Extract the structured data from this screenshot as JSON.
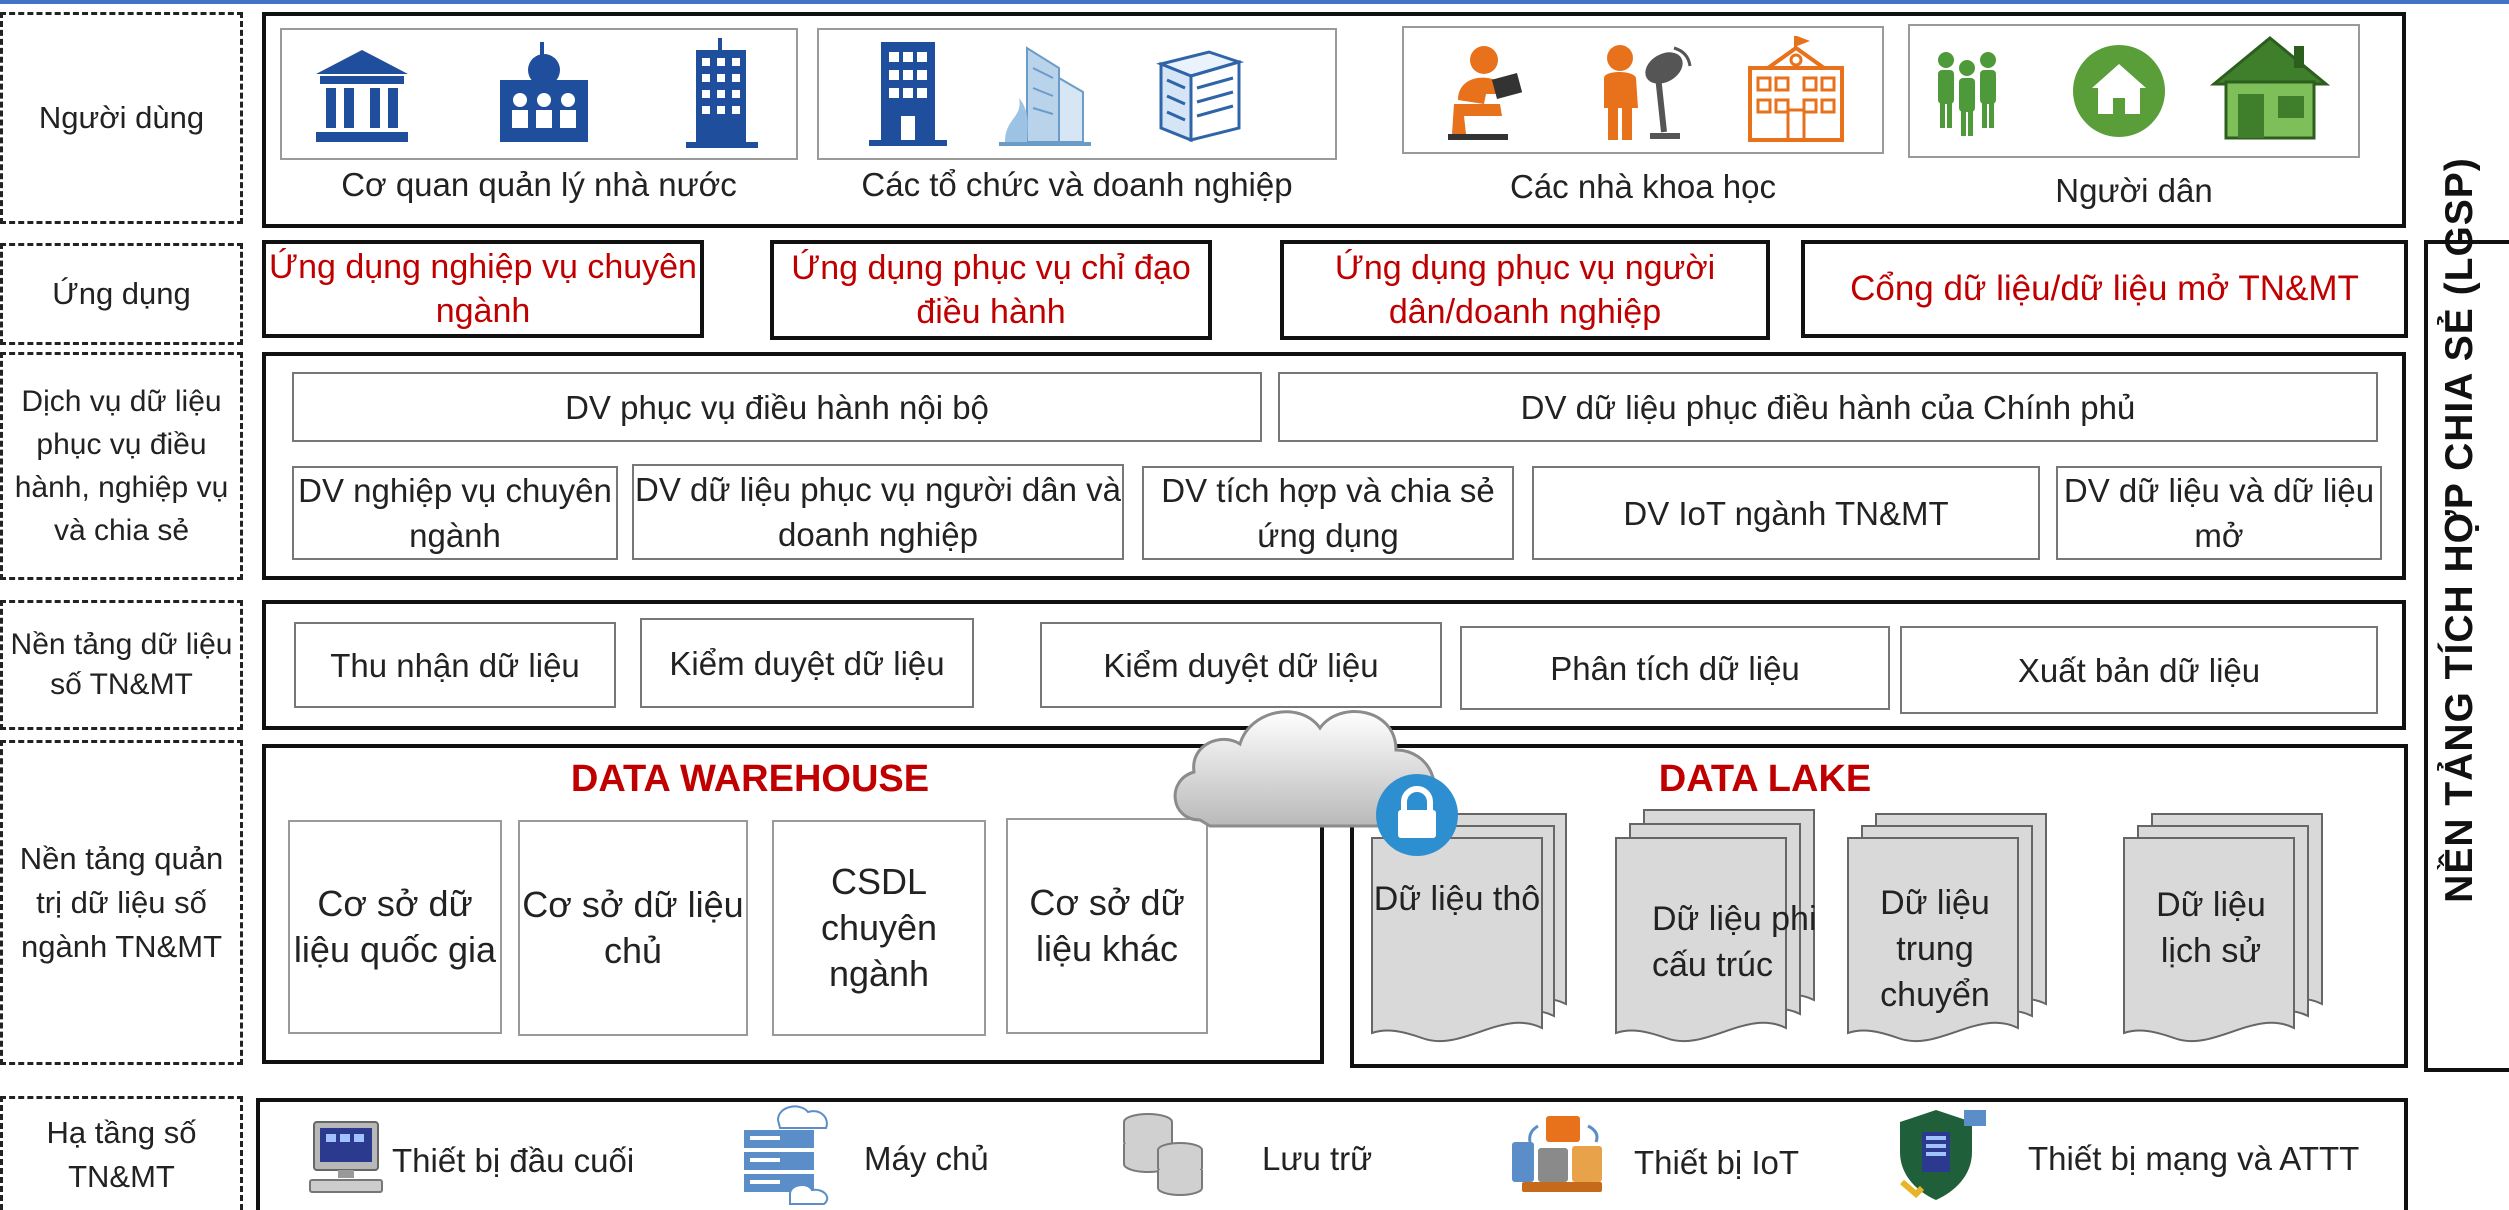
{
  "layers": {
    "users": "Người dùng",
    "apps": "Ứng dụng",
    "services": "Dịch vụ dữ liệu phục vụ điều hành, nghiệp vụ và chia sẻ",
    "data_platform": "Nền tảng dữ liệu số TN&MT",
    "governance": "Nền tảng quản trị dữ liệu số ngành TN&MT",
    "infra": "Hạ tầng số TN&MT"
  },
  "user_groups": [
    {
      "label": "Cơ quan quản lý nhà nước",
      "icons": [
        "government-building-icon",
        "city-hall-icon",
        "office-tower-icon"
      ]
    },
    {
      "label": "Các tổ chức và doanh nghiệp",
      "icons": [
        "office-building-icon",
        "skyscraper-icon",
        "corporate-building-icon"
      ]
    },
    {
      "label": "Các nhà khoa học",
      "icons": [
        "scientist-reading-icon",
        "researcher-satellite-icon",
        "university-icon"
      ]
    },
    {
      "label": "Người dân",
      "icons": [
        "people-group-icon",
        "home-circle-icon",
        "house-icon"
      ]
    }
  ],
  "applications": [
    "Ứng dụng nghiệp vụ chuyên ngành",
    "Ứng dụng phục vụ chỉ đạo điều hành",
    "Ứng dụng phục vụ người dân/doanh nghiệp",
    "Cổng dữ liệu/dữ liệu mở TN&MT"
  ],
  "services_top": [
    "DV phục vụ điều hành nội bộ",
    "DV dữ liệu phục điều hành của Chính phủ"
  ],
  "services_bottom": [
    "DV nghiệp vụ chuyên ngành",
    "DV dữ liệu phục vụ người dân và doanh nghiệp",
    "DV tích hợp và chia sẻ ứng dụng",
    "DV IoT ngành TN&MT",
    "DV dữ liệu và dữ liệu mở"
  ],
  "platform_steps": [
    "Thu nhận dữ liệu",
    "Kiểm duyệt dữ liệu",
    "Kiểm duyệt dữ liệu",
    "Phân tích dữ liệu",
    "Xuất bản dữ liệu"
  ],
  "warehouse": {
    "title": "DATA WAREHOUSE",
    "items": [
      "Cơ sở dữ liệu quốc gia",
      "Cơ sở dữ liệu chủ",
      "CSDL chuyên ngành",
      "Cơ sở dữ liệu khác"
    ]
  },
  "lake": {
    "title": "DATA LAKE",
    "items": [
      "Dữ liệu thô",
      "Dữ liệu phi cấu trúc",
      "Dữ liệu trung chuyển",
      "Dữ liệu lịch sử"
    ]
  },
  "infrastructure": [
    {
      "label": "Thiết bị đầu cuối",
      "icon": "computer-terminal-icon"
    },
    {
      "label": "Máy chủ",
      "icon": "server-icon"
    },
    {
      "label": "Lưu trữ",
      "icon": "database-storage-icon"
    },
    {
      "label": "Thiết bị IoT",
      "icon": "iot-devices-icon"
    },
    {
      "label": "Thiết bị mạng và ATTT",
      "icon": "network-security-icon"
    }
  ],
  "integration_platform": "NỀN TẢNG TÍCH HỢP CHIA SẺ (LGSP)",
  "colors": {
    "accent_red": "#c00000",
    "icon_blue": "#1f4e9c",
    "icon_orange": "#e8711c",
    "icon_green": "#4e9a3a",
    "topline": "#4472c4"
  }
}
